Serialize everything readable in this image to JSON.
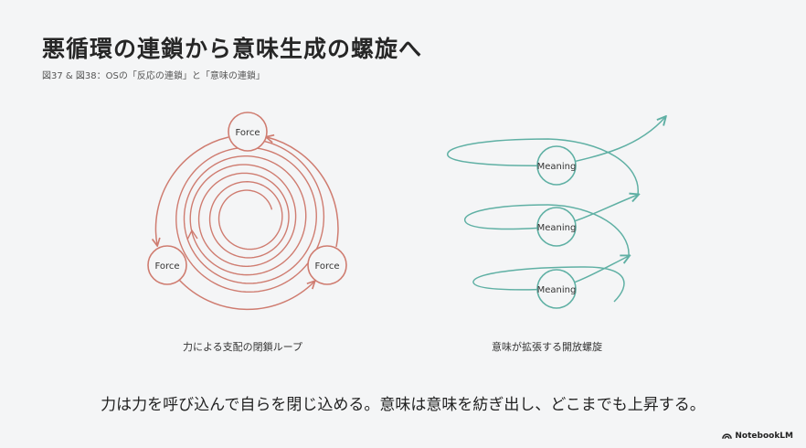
{
  "title": "悪循環の連鎖から意味生成の螺旋へ",
  "subtitle": "図37 & 図38：OSの「反応の連鎖」と「意味の連鎖」",
  "left_diagram": {
    "node_label": "Force",
    "caption": "力による支配の閉鎖ループ",
    "color": "#cf7c70"
  },
  "right_diagram": {
    "node_label": "Meaning",
    "caption": "意味が拡張する開放螺旋",
    "color": "#5fb0a4"
  },
  "tagline": "力は力を呼び込んで自らを閉じ込める。意味は意味を紡ぎ出し、どこまでも上昇する。",
  "brand": "NotebookLM"
}
